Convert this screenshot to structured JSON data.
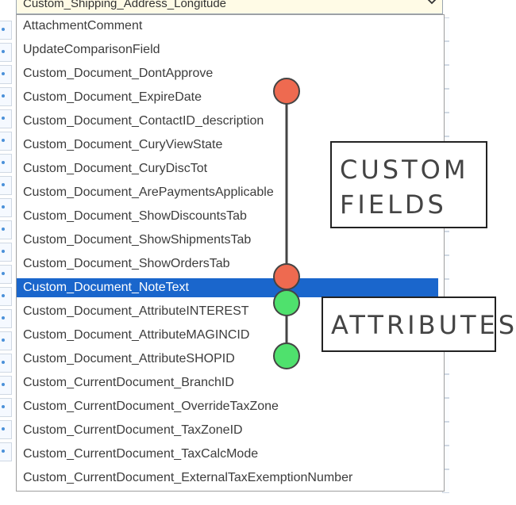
{
  "field_select": {
    "value": "Custom_Shipping_Address_Longitude",
    "chevron_icon": "chevron-down-icon"
  },
  "options": [
    "AttachmentComment",
    "UpdateComparisonField",
    "Custom_Document_DontApprove",
    "Custom_Document_ExpireDate",
    "Custom_Document_ContactID_description",
    "Custom_Document_CuryViewState",
    "Custom_Document_CuryDiscTot",
    "Custom_Document_ArePaymentsApplicable",
    "Custom_Document_ShowDiscountsTab",
    "Custom_Document_ShowShipmentsTab",
    "Custom_Document_ShowOrdersTab",
    "Custom_Document_NoteText",
    "Custom_Document_AttributeINTEREST",
    "Custom_Document_AttributeMAGINCID",
    "Custom_Document_AttributeSHOPID",
    "Custom_CurrentDocument_BranchID",
    "Custom_CurrentDocument_OverrideTaxZone",
    "Custom_CurrentDocument_TaxZoneID",
    "Custom_CurrentDocument_TaxCalcMode",
    "Custom_CurrentDocument_ExternalTaxExemptionNumber"
  ],
  "selected_index": 11,
  "annotations": {
    "custom_fields": {
      "line1": "CUSTOM",
      "line2": "FIELDS",
      "marker_color": "#ee6a50"
    },
    "attributes": {
      "label": "ATTRIBUTES",
      "marker_color": "#4fe16d"
    }
  },
  "colors": {
    "selection": "#1a66cc",
    "custom_marker": "#ee6a50",
    "attribute_marker": "#4fe16d"
  }
}
